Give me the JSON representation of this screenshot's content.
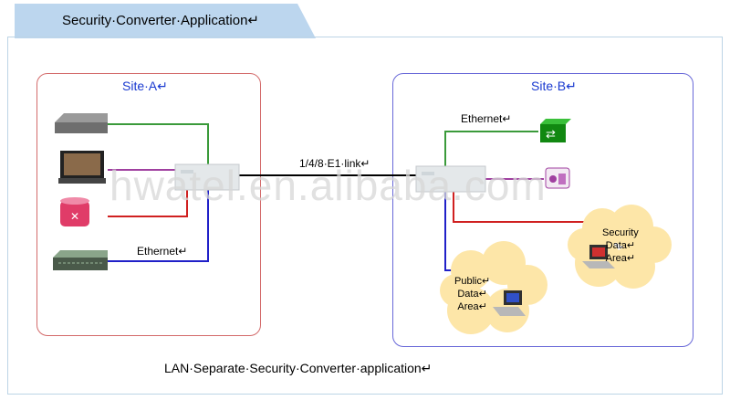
{
  "header": {
    "title": "Security·Converter·Application↵"
  },
  "site_a": {
    "label": "Site·A↵",
    "ethernet_label": "Ethernet↵"
  },
  "site_b": {
    "label": "Site·B↵",
    "ethernet_label": "Ethernet↵"
  },
  "link": {
    "label": "1/4/8·E1·link↵"
  },
  "clouds": {
    "security": {
      "line1": "Security",
      "line2": "Data↵",
      "line3": "Area↵"
    },
    "public": {
      "line1": "Public↵",
      "line2": "Data↵",
      "line3": "Area↵"
    }
  },
  "watermark": "hwatel.en.alibaba.com",
  "caption": "LAN·Separate·Security·Converter·application↵",
  "colors": {
    "green": "#3a9a3a",
    "purple": "#a040a0",
    "red": "#d02020",
    "blue": "#2020c8",
    "cloud": "#fde6a8"
  }
}
